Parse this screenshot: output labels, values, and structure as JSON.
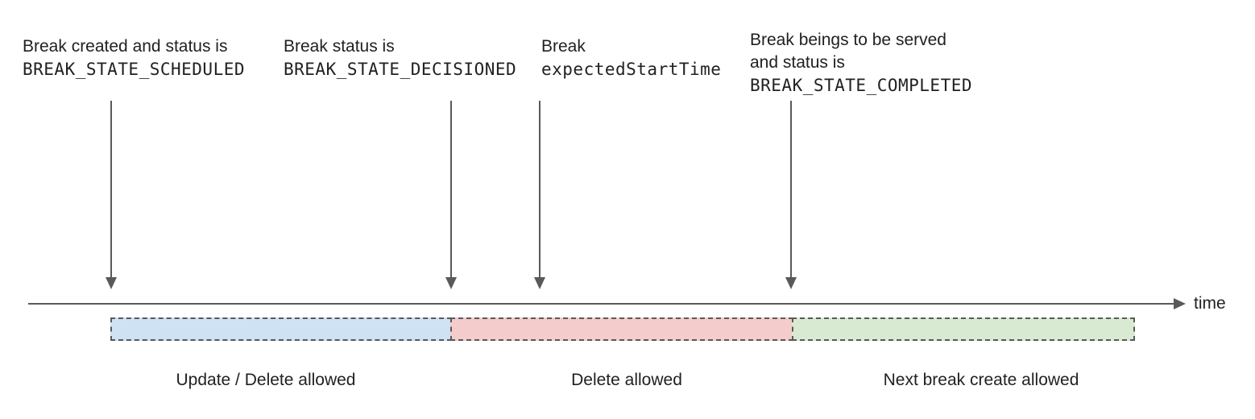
{
  "colors": {
    "arrow": "#595959",
    "text": "#202124",
    "segment_border": "#595959",
    "segment_update_delete": "#cfe2f3",
    "segment_delete_only": "#f4cccc",
    "segment_next_break": "#d9ead3"
  },
  "annotations": {
    "scheduled": {
      "line1": "Break created and status is",
      "code": "BREAK_STATE_SCHEDULED"
    },
    "decisioned": {
      "line1": "Break status is",
      "code": "BREAK_STATE_DECISIONED"
    },
    "expected_start": {
      "line1": "Break",
      "code": "expectedStartTime"
    },
    "completed": {
      "line1": "Break beings to be served",
      "line2": "and status is",
      "code": "BREAK_STATE_COMPLETED"
    }
  },
  "timeline": {
    "axis_label": "time"
  },
  "segments": {
    "update_delete": {
      "label": "Update / Delete allowed",
      "color": "#cfe2f3"
    },
    "delete_only": {
      "label": "Delete allowed",
      "color": "#f4cccc"
    },
    "next_break": {
      "label": "Next break create allowed",
      "color": "#d9ead3"
    }
  }
}
